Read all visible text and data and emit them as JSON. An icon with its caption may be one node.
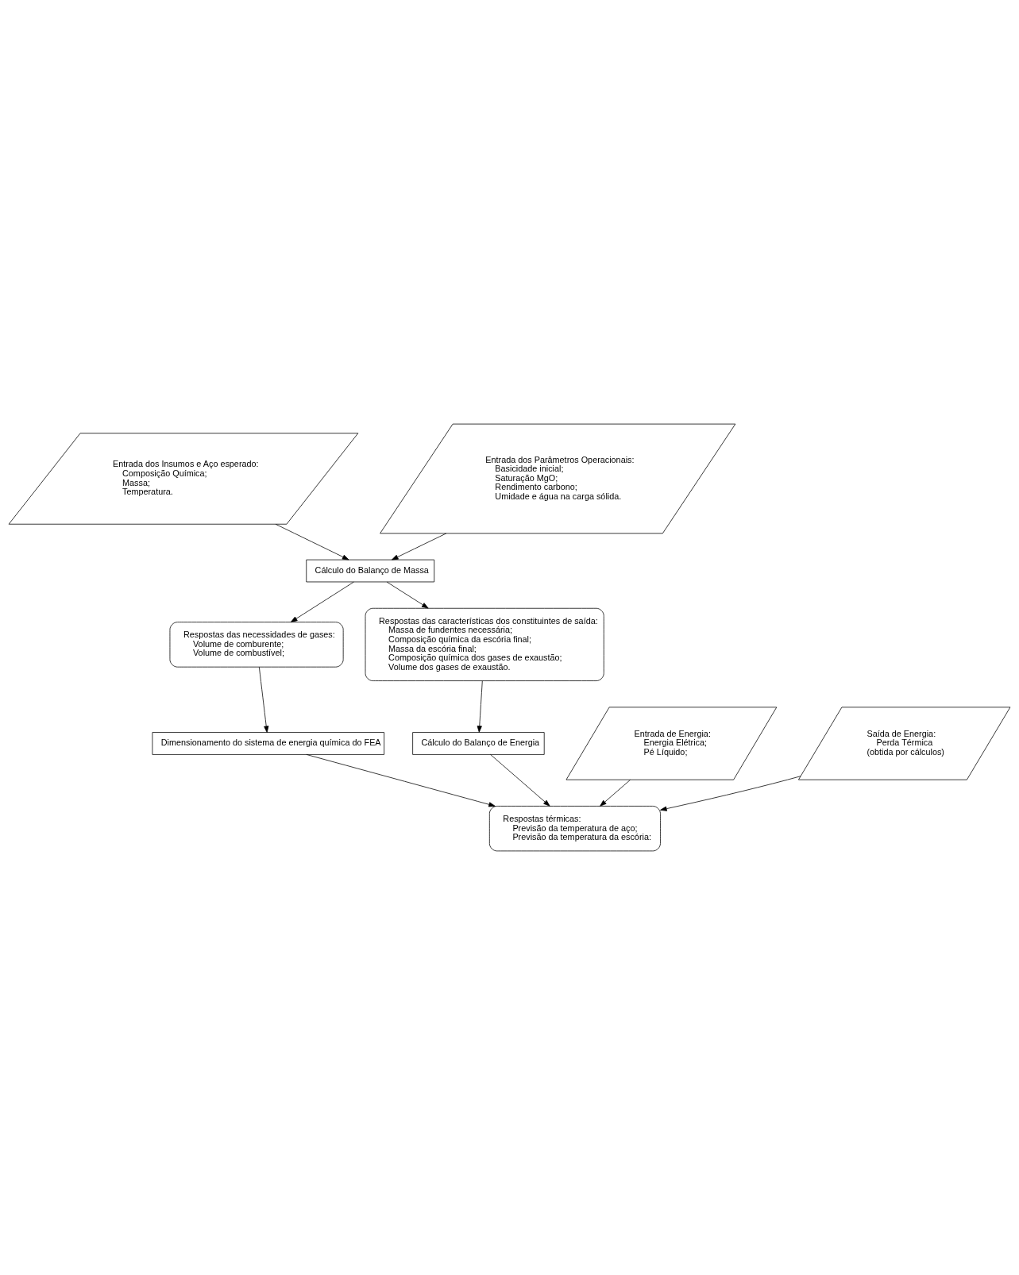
{
  "diagram": {
    "nodes": [
      {
        "text": [
          "Entrada dos Insumos e Aço esperado:",
          "Composição Química;",
          "Massa;",
          "Temperatura."
        ]
      },
      {
        "text": [
          "Entrada dos Parâmetros Operacionais:",
          "Basicidade inicial;",
          "Saturação MgO;",
          "Rendimento carbono;",
          "Umidade e água na carga sólida."
        ]
      },
      {
        "text": [
          "Cálculo do Balanço de Massa"
        ]
      },
      {
        "text": [
          "Respostas das necessidades de gases:",
          "Volume de comburente;",
          "Volume de combustível;"
        ]
      },
      {
        "text": [
          "Respostas das características dos constituintes de saída:",
          "Massa de fundentes necessária;",
          "Composição química da escória final;",
          "Massa da escória final;",
          "Composição química dos gases de exaustão;",
          "Volume dos gases de exaustão."
        ]
      },
      {
        "text": [
          "Dimensionamento do sistema de energia química do FEA"
        ]
      },
      {
        "text": [
          "Entrada de Energia:",
          "Energia Elétrica;",
          "Pé Líquido;"
        ]
      },
      {
        "text": [
          "Cálculo do Balanço de Energia"
        ]
      },
      {
        "text": [
          "Respostas térmicas:",
          "Previsão da temperatura de aço;",
          "Previsão da temperatura da escória:"
        ]
      },
      {
        "text": [
          "Saída de Energia:",
          "Perda Térmica",
          "(obtida por cálculos)"
        ]
      }
    ],
    "edges": [
      {
        "from": 0,
        "to": 2,
        "arrow": "to"
      },
      {
        "from": 1,
        "to": 2,
        "arrow": "to"
      },
      {
        "from": 2,
        "to": 3,
        "arrow": "to"
      },
      {
        "from": 2,
        "to": 4,
        "arrow": "to"
      },
      {
        "from": 3,
        "to": 5,
        "arrow": "to"
      },
      {
        "from": 4,
        "to": 7,
        "arrow": "to"
      },
      {
        "from": 5,
        "to": 8,
        "arrow": "to"
      },
      {
        "from": 6,
        "to": 8,
        "arrow": "to"
      },
      {
        "from": 7,
        "to": 8,
        "arrow": "to"
      },
      {
        "from": 9,
        "to": 8,
        "arrow": "to"
      }
    ]
  }
}
